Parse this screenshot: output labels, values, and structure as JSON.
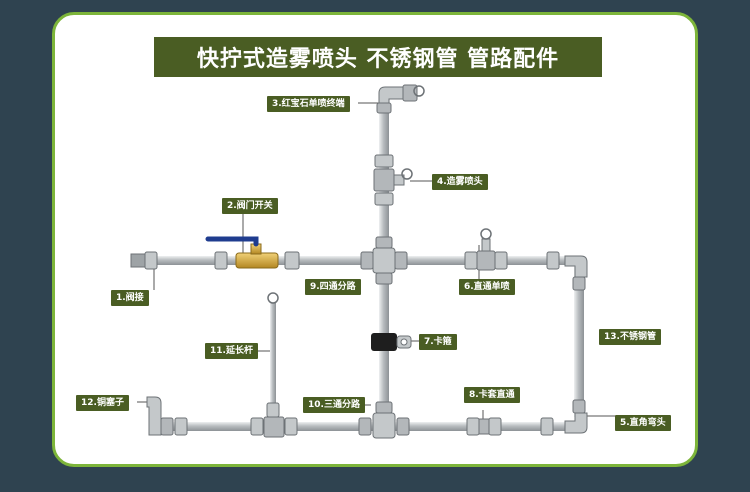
{
  "title": "快拧式造雾喷头 不锈钢管 管路配件",
  "labels": {
    "valve_connector": "1.阀接",
    "valve_switch": "2.阀门开关",
    "ruby_single_nozzle_end": "3.红宝石单喷终端",
    "mist_nozzle": "4.造雾喷头",
    "elbow_fitting": "5.直角弯头",
    "straight_single_nozzle": "6.直通单喷",
    "clamp": "7.卡箍",
    "sleeve_straight_coupling": "8.卡套直通",
    "four_way_tee": "9.四通分路",
    "three_way_tee": "10.三通分路",
    "extension_rod": "11.延长杆",
    "copper_plug": "12.铜塞子",
    "stainless_pipe": "13.不锈钢管"
  },
  "colors": {
    "background": "#2f4350",
    "card_border": "#7db53a",
    "label_bg": "#4a5d23",
    "pipe": "#c9ccce",
    "brass": "#d1a93a",
    "valve_handle": "#1f3c8f",
    "leader_line": "#555555"
  }
}
